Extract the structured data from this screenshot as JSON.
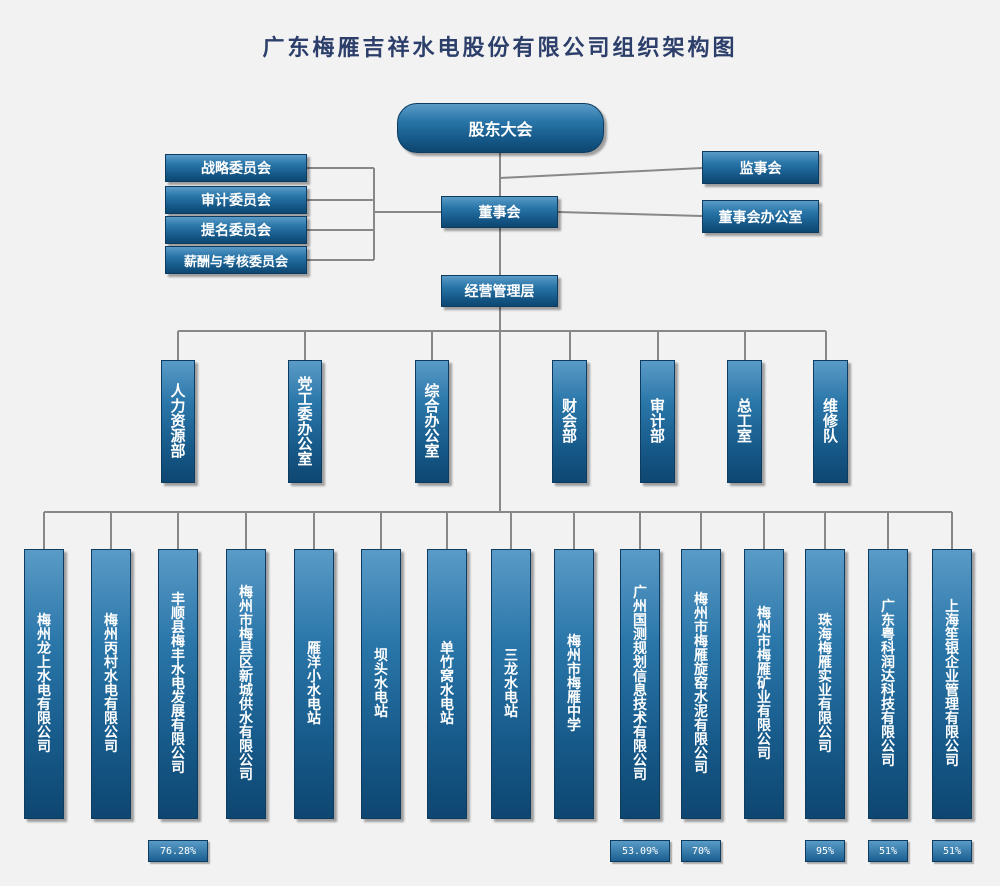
{
  "title": "广东梅雁吉祥水电股份有限公司组织架构图",
  "shareholders": "股东大会",
  "board": "董事会",
  "supervisory": "监事会",
  "board_office": "董事会办公室",
  "management": "经营管理层",
  "committees": [
    "战略委员会",
    "审计委员会",
    "提名委员会",
    "薪酬与考核委员会"
  ],
  "departments": [
    "人力资源部",
    "党工委办公室",
    "综合办公室",
    "财会部",
    "审计部",
    "总工室",
    "维修队"
  ],
  "subsidiaries": [
    {
      "name": "梅州龙上水电有限公司",
      "pct": ""
    },
    {
      "name": "梅州丙村水电有限公司",
      "pct": ""
    },
    {
      "name": "丰顺县梅丰水电发展有限公司",
      "pct": "76.28%"
    },
    {
      "name": "梅州市梅县区新城供水有限公司",
      "pct": ""
    },
    {
      "name": "雁洋小水电站",
      "pct": ""
    },
    {
      "name": "坝头水电站",
      "pct": ""
    },
    {
      "name": "单竹窝水电站",
      "pct": ""
    },
    {
      "name": "三龙水电站",
      "pct": ""
    },
    {
      "name": "梅州市梅雁中学",
      "pct": ""
    },
    {
      "name": "广州国测规划信息技术有限公司",
      "pct": "53.09%"
    },
    {
      "name": "梅州市梅雁旋窑水泥有限公司",
      "pct": "70%"
    },
    {
      "name": "梅州市梅雁矿业有限公司",
      "pct": ""
    },
    {
      "name": "珠海梅雁实业有限公司",
      "pct": "95%"
    },
    {
      "name": "广东粤科润达科技有限公司",
      "pct": "51%"
    },
    {
      "name": "上海笙银企业管理有限公司",
      "pct": "51%"
    }
  ],
  "colors": {
    "box_dark": "#0e4670",
    "box_light": "#5a9bc7",
    "line": "#888888",
    "title": "#2c3e6a"
  }
}
